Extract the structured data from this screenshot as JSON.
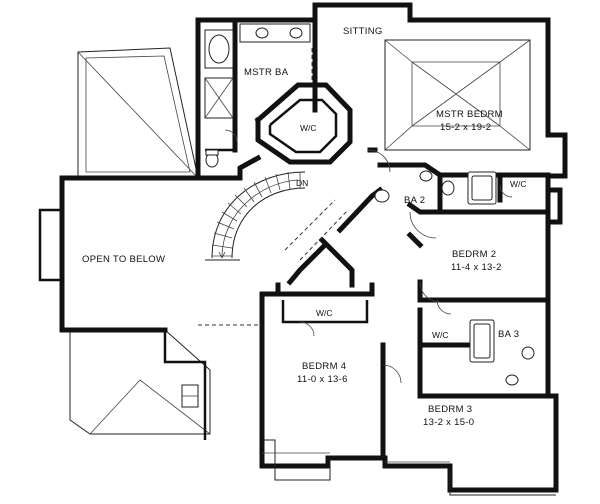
{
  "rooms": {
    "sitting": "SITTING",
    "mstr_ba": "MSTR BA",
    "mstr_wic": "W/C",
    "mstr_bedrm": "MSTR BEDRM",
    "mstr_bedrm_size": "15-2 x 19-2",
    "dn": "DN",
    "ba2": "BA 2",
    "wic_ba2": "W/C",
    "open_to_below": "OPEN TO BELOW",
    "bedrm2": "BEDRM 2",
    "bedrm2_size": "11-4 x 13-2",
    "wic_bed4": "W/C",
    "bedrm4": "BEDRM 4",
    "bedrm4_size": "11-0 x 13-6",
    "wic_bed3": "W/C",
    "ba3": "BA 3",
    "bedrm3": "BEDRM 3",
    "bedrm3_size": "13-2 x 15-0"
  },
  "colors": {
    "ink": "#111111",
    "paper": "#ffffff"
  }
}
